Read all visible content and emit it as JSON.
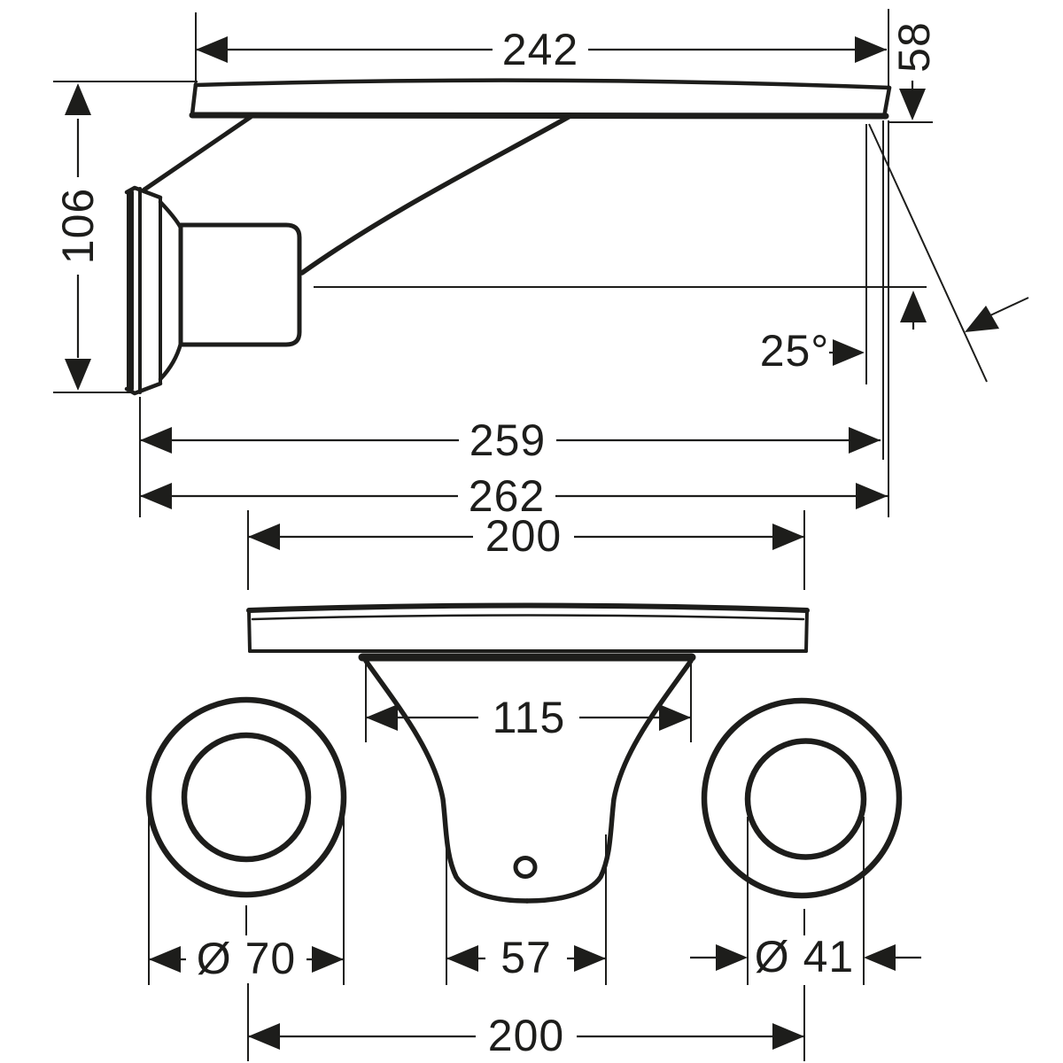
{
  "title": "Wall-mounted waterfall basin mixer - dimensional drawing",
  "colors": {
    "background": "#ffffff",
    "line": "#1d1d1b"
  },
  "side_view": {
    "dimensions": {
      "plate_width": "242",
      "spout_drop": "58",
      "body_height": "106",
      "spout_angle": "25°",
      "projection_to_spout": "259",
      "total_projection": "262"
    }
  },
  "plan_view": {
    "dimensions": {
      "plate_width": "200",
      "spout_escutcheon_width": "115",
      "spout_base_width": "57",
      "left_escutcheon_diameter": "Ø 70",
      "handle_diameter": "Ø 41",
      "handle_spacing": "200"
    }
  }
}
